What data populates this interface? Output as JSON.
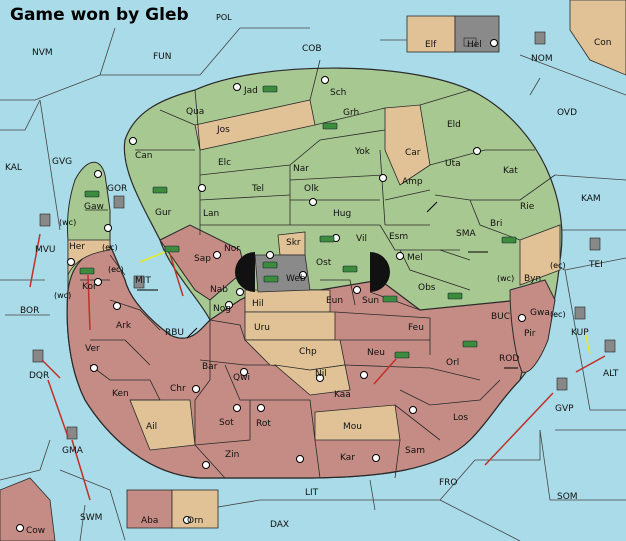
{
  "title": "Game won by Gleb",
  "title_suffix": "POL",
  "colors": {
    "sea": "#a9dbe8",
    "green": "#a8c891",
    "red": "#c48c84",
    "tan": "#e0c296",
    "grey": "#8a8a8a",
    "border": "#2a2a2a",
    "arrow_red": "#c0302a",
    "arrow_yellow": "#e8e820"
  },
  "sea_labels": {
    "nvm": "NVM",
    "fun": "FUN",
    "cob": "COB",
    "ovd": "OVD",
    "kal": "KAL",
    "gvg": "GVG",
    "kam": "KAM",
    "gor": "GOR",
    "mvu": "MVU",
    "mit": "MIT",
    "sma": "SMA",
    "tei": "TEI",
    "bor": "BOR",
    "rbu": "RBU",
    "buc": "BUC",
    "kup": "KUP",
    "dqr": "DQR",
    "rod": "ROD",
    "alt": "ALT",
    "gvp": "GVP",
    "gma": "GMA",
    "fro": "FRO",
    "som": "SOM",
    "lit": "LIT",
    "swm": "SWM",
    "dax": "DAX",
    "nom": "NOM"
  },
  "land_labels": {
    "jad": "Jad",
    "sch": "Sch",
    "qua": "Qua",
    "jos": "Jos",
    "grh": "Grh",
    "eld": "Eld",
    "can": "Can",
    "elc": "Elc",
    "yok": "Yok",
    "car": "Car",
    "uta": "Uta",
    "nar": "Nar",
    "kat": "Kat",
    "tel": "Tel",
    "olk": "Olk",
    "amp": "Amp",
    "gur": "Gur",
    "rie": "Rie",
    "lan": "Lan",
    "hug": "Hug",
    "bri": "Bri",
    "gaw": "Gaw",
    "vil": "Vil",
    "esm": "Esm",
    "nor": "Nor",
    "skr": "Skr",
    "her": "Her",
    "sap": "Sap",
    "ost": "Ost",
    "mel": "Mel",
    "byn": "Byn",
    "web": "Web",
    "kor": "Kor",
    "nab": "Nab",
    "eun": "Eun",
    "obs": "Obs",
    "gwa": "Gwa",
    "sun": "Sun",
    "hil": "Hil",
    "nog": "Nog",
    "ark": "Ark",
    "pir": "Pir",
    "uru": "Uru",
    "feu": "Feu",
    "ver": "Ver",
    "chp": "Chp",
    "neu": "Neu",
    "bar": "Bar",
    "orl": "Orl",
    "qwi": "Qwi",
    "nil": "Nil",
    "ken": "Ken",
    "chr": "Chr",
    "kaa": "Kaa",
    "sot": "Sot",
    "rot": "Rot",
    "los": "Los",
    "ail": "Ail",
    "mou": "Mou",
    "zin": "Zin",
    "kar": "Kar",
    "sam": "Sam",
    "con": "Con",
    "elf": "Elf",
    "hel": "Hel",
    "aba": "Aba",
    "orn": "Orn",
    "cow": "Cow"
  },
  "coast_tags": {
    "wc1": "(wc)",
    "ec1": "(ec)",
    "ec2": "(ec)",
    "wc2": "(wc)",
    "wc3": "(wc)",
    "ec3": "(ec)",
    "ec4": "(ec)"
  }
}
